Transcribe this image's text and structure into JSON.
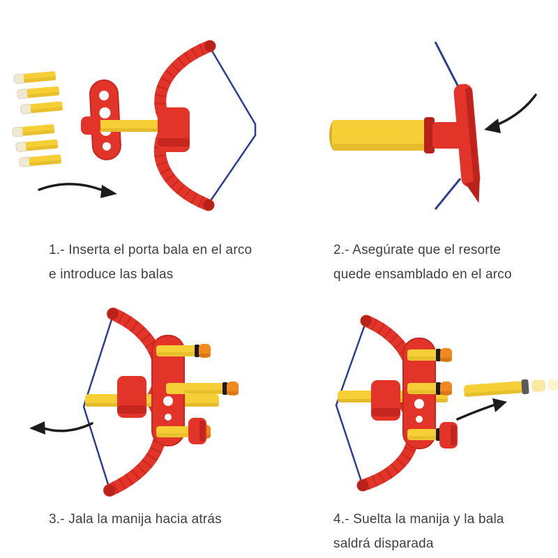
{
  "palette": {
    "red": "#e23429",
    "red-dark": "#b9221a",
    "yellow": "#f5cf35",
    "yellow-dark": "#d9ad24",
    "cream": "#efe8d2",
    "orange": "#f08a1e",
    "navy": "#2b3f8e",
    "ink": "#1c1c1c",
    "text": "#3f3f3f",
    "background": "#ffffff"
  },
  "steps": [
    {
      "number": 1,
      "caption_line1": "1.- Inserta el porta bala en el arco",
      "caption_line2": "e introduce las balas",
      "arrow_icon": "arrow-right-icon",
      "illustration": "bow-with-loose-darts-and-dart-holder"
    },
    {
      "number": 2,
      "caption_line1": "2.- Asegúrate que el resorte",
      "caption_line2": "quede ensamblado en el arco",
      "arrow_icon": "arrow-down-left-icon",
      "illustration": "closeup-shaft-handle-and-string"
    },
    {
      "number": 3,
      "caption_line1": "3.- Jala la manija hacia atrás",
      "caption_line2": "",
      "arrow_icon": "arrow-left-icon",
      "illustration": "assembled-bow-pull-handle-back"
    },
    {
      "number": 4,
      "caption_line1": "4.- Suelta la manija y la bala",
      "caption_line2": "saldrá disparada",
      "arrow_icon": "arrow-right-icon",
      "illustration": "assembled-bow-firing-dart"
    }
  ]
}
